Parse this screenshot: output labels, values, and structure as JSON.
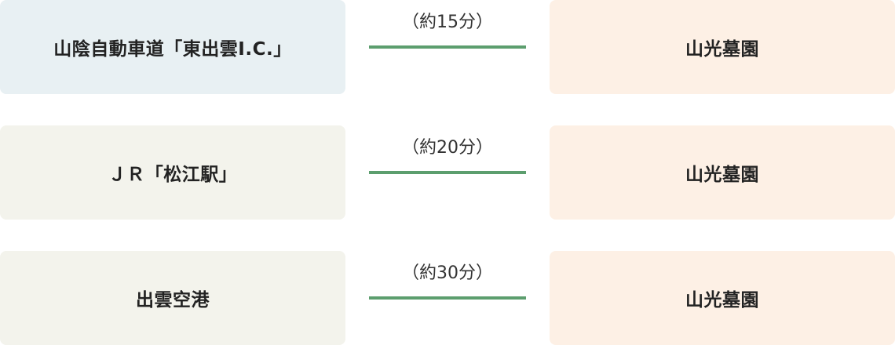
{
  "colors": {
    "line": "#5c9e6e",
    "origin_highway_bg": "#e8f0f3",
    "origin_bg": "#f3f3ec",
    "destination_bg": "#fdf0e5"
  },
  "routes": [
    {
      "origin": "山陰自動車道「東出雲I.C.」",
      "duration": "（約15分）",
      "destination": "山光墓園"
    },
    {
      "origin": "ＪＲ「松江駅」",
      "duration": "（約20分）",
      "destination": "山光墓園"
    },
    {
      "origin": "出雲空港",
      "duration": "（約30分）",
      "destination": "山光墓園"
    }
  ]
}
